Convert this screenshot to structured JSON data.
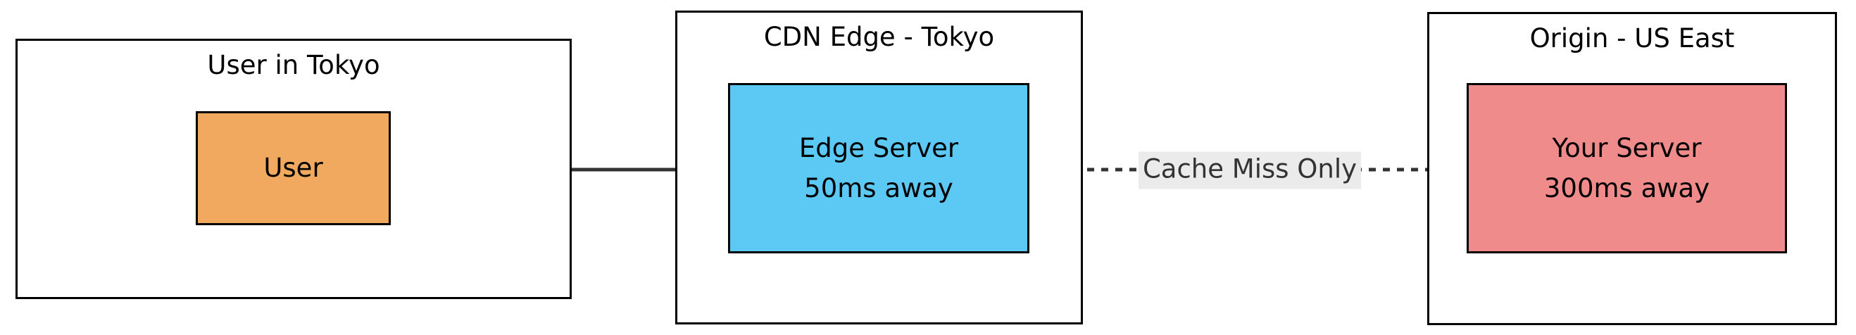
{
  "diagram": {
    "title_text": "",
    "type": "flow-diagram",
    "background": "#FFFFFF",
    "groups": [
      {
        "id": "user-in-tokyo",
        "label": "User in Tokyo",
        "node": {
          "id": "user",
          "lines": [
            "User"
          ],
          "fill": "#F0A95E",
          "stroke": "#000000"
        }
      },
      {
        "id": "cdn-edge-tokyo",
        "label": "CDN Edge - Tokyo",
        "node": {
          "id": "edge-server",
          "lines": [
            "Edge Server",
            "50ms away"
          ],
          "fill": "#5CC9F5",
          "stroke": "#000000"
        }
      },
      {
        "id": "origin-us-east",
        "label": "Origin - US East",
        "node": {
          "id": "your-server",
          "lines": [
            "Your Server",
            "300ms away"
          ],
          "fill": "#F08B8B",
          "stroke": "#000000"
        }
      }
    ],
    "edges": [
      {
        "id": "user-to-edge",
        "from": "user",
        "to": "edge-server",
        "style": "solid",
        "arrow": "end",
        "label": ""
      },
      {
        "id": "edge-to-origin",
        "from": "edge-server",
        "to": "your-server",
        "style": "dotted",
        "arrow": "end",
        "label": "Cache Miss Only",
        "label_background": "#EBEBEB",
        "label_color": "#333333"
      }
    ]
  }
}
